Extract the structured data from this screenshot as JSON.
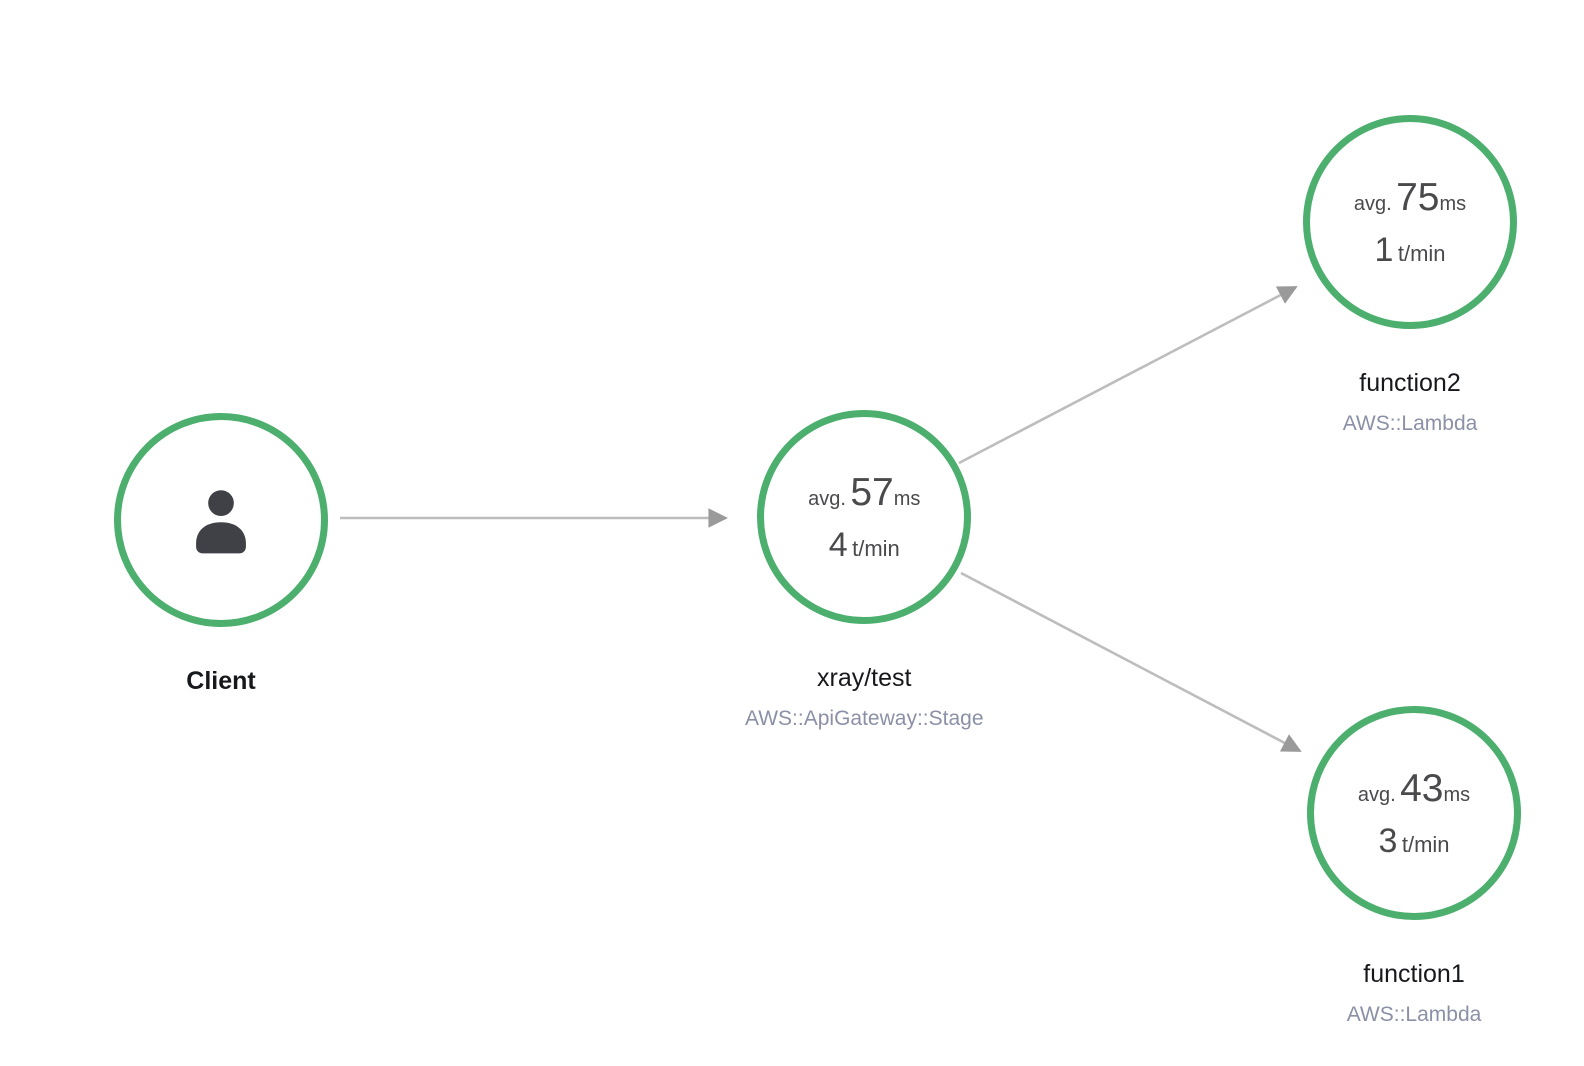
{
  "diagram": {
    "kind": "xray-service-map",
    "colors": {
      "node_border": "#4caf6e",
      "edge": "#bdbdbd",
      "arrowhead": "#9a9a9a",
      "label": "#17181c",
      "sublabel": "#8b90a7",
      "stat_text": "#4a4a4d",
      "icon": "#3f4146"
    },
    "nodes": {
      "client": {
        "label": "Client",
        "icon": "user-icon"
      },
      "gateway": {
        "label": "xray/test",
        "type": "AWS::ApiGateway::Stage",
        "avg_prefix": "avg.",
        "avg_value": "57",
        "avg_unit": "ms",
        "rate_value": "4",
        "rate_unit": "t/min"
      },
      "function2": {
        "label": "function2",
        "type": "AWS::Lambda",
        "avg_prefix": "avg.",
        "avg_value": "75",
        "avg_unit": "ms",
        "rate_value": "1",
        "rate_unit": "t/min"
      },
      "function1": {
        "label": "function1",
        "type": "AWS::Lambda",
        "avg_prefix": "avg.",
        "avg_value": "43",
        "avg_unit": "ms",
        "rate_value": "3",
        "rate_unit": "t/min"
      }
    },
    "edges": [
      {
        "from": "Client",
        "to": "xray/test"
      },
      {
        "from": "xray/test",
        "to": "function2"
      },
      {
        "from": "xray/test",
        "to": "function1"
      }
    ]
  }
}
